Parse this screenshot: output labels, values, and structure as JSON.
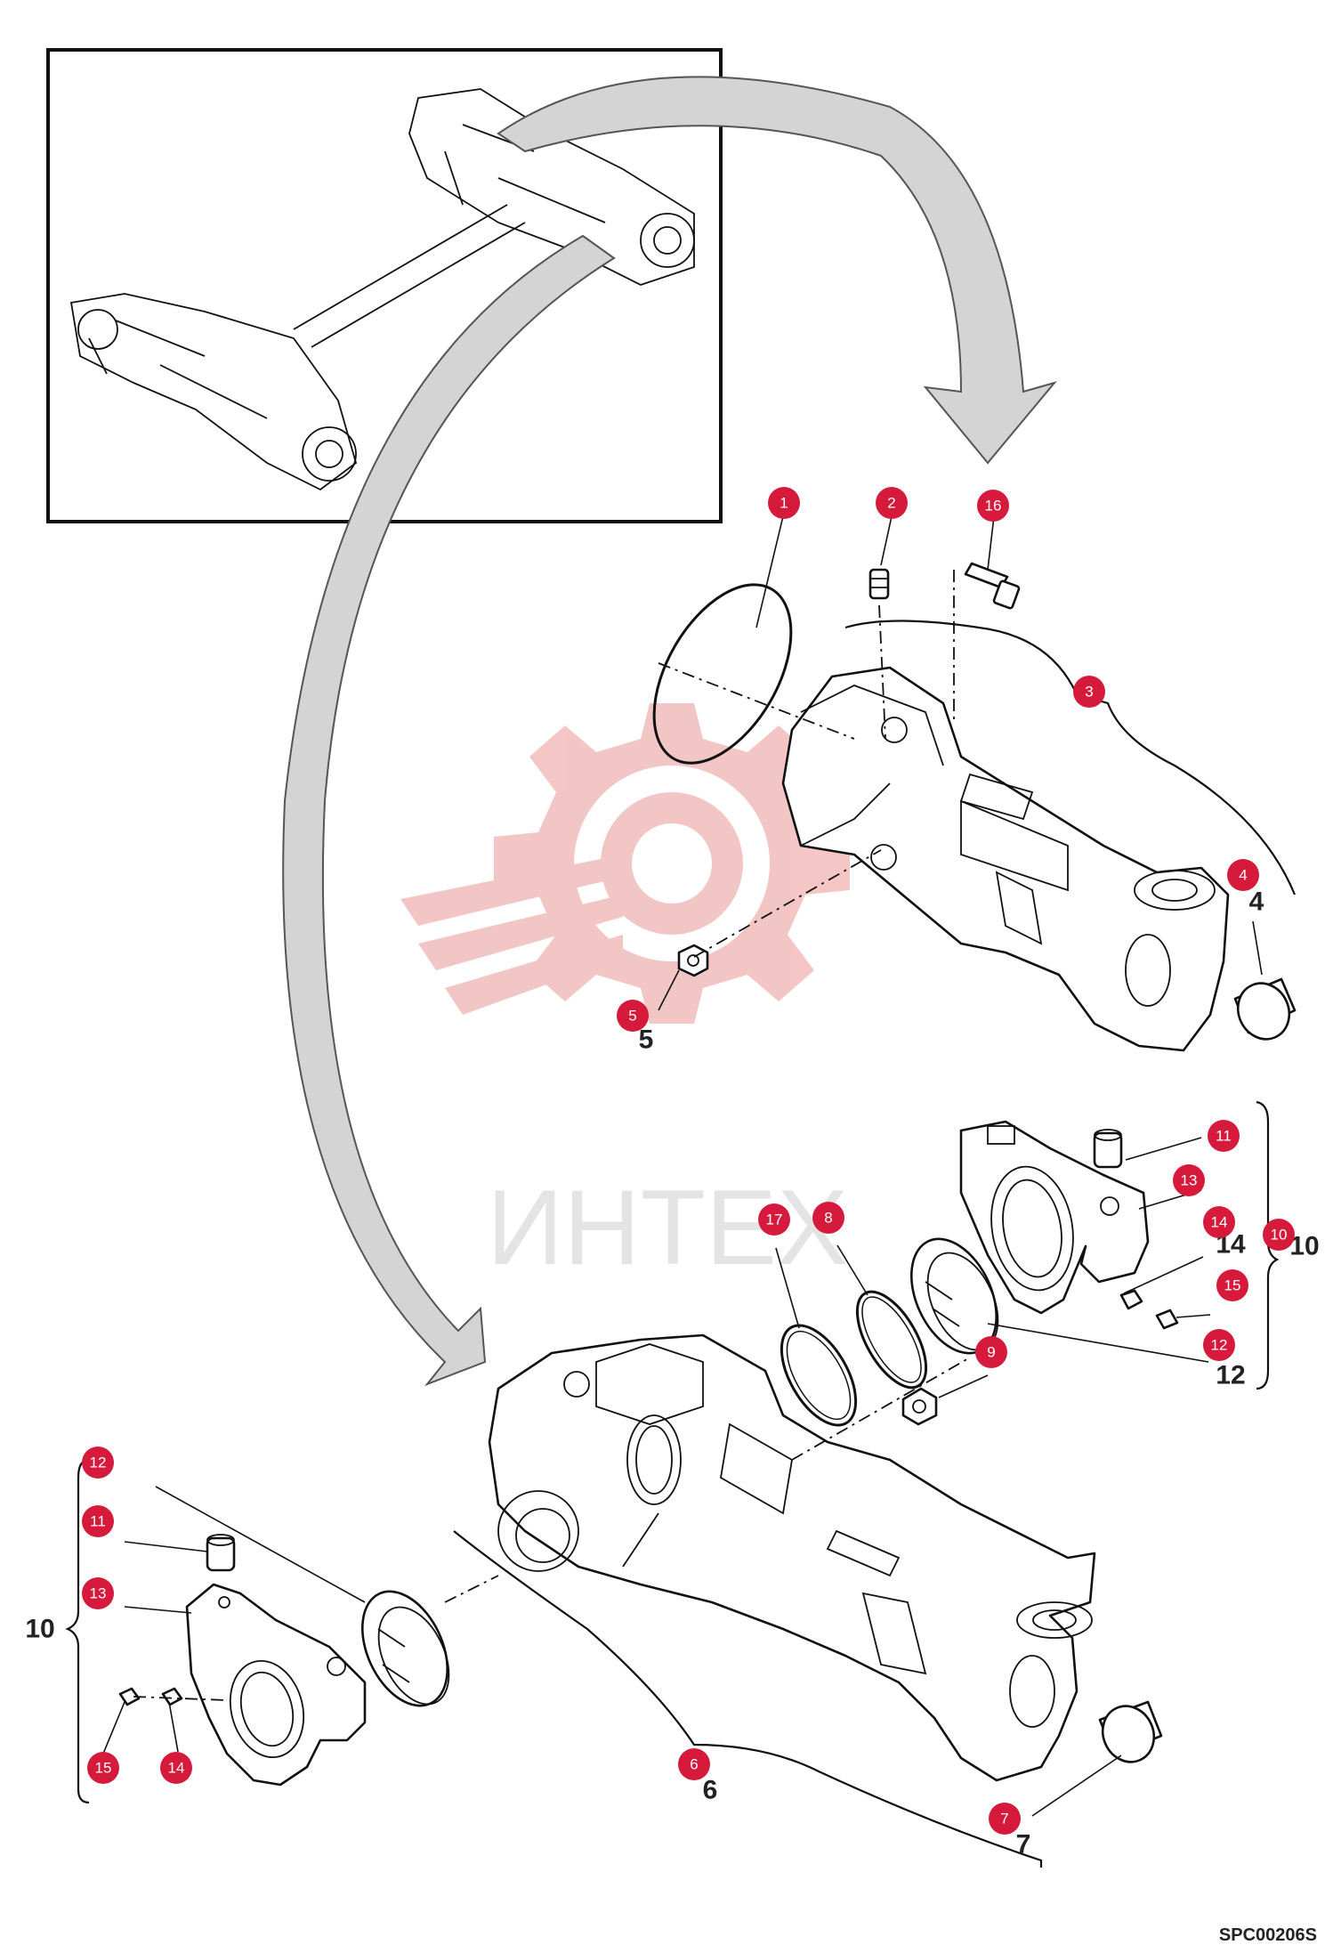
{
  "watermark": {
    "text": "ИНТЕХ",
    "color": "#f0b3b3"
  },
  "diagram_code": "SPC00206S",
  "callout_color": "#d61a3c",
  "callouts": [
    {
      "id": "1",
      "label": "1"
    },
    {
      "id": "2",
      "label": "2"
    },
    {
      "id": "16",
      "label": "16"
    },
    {
      "id": "3",
      "label": "3"
    },
    {
      "id": "4",
      "label": "4"
    },
    {
      "id": "5",
      "label": "5"
    },
    {
      "id": "11a",
      "label": "11"
    },
    {
      "id": "13a",
      "label": "13"
    },
    {
      "id": "14a",
      "label": "14"
    },
    {
      "id": "10a",
      "label": "10"
    },
    {
      "id": "15a",
      "label": "15"
    },
    {
      "id": "12a",
      "label": "12"
    },
    {
      "id": "17",
      "label": "17"
    },
    {
      "id": "8",
      "label": "8"
    },
    {
      "id": "9",
      "label": "9"
    },
    {
      "id": "12b",
      "label": "12"
    },
    {
      "id": "11b",
      "label": "11"
    },
    {
      "id": "13b",
      "label": "13"
    },
    {
      "id": "15b",
      "label": "15"
    },
    {
      "id": "14b",
      "label": "14"
    },
    {
      "id": "6",
      "label": "6"
    },
    {
      "id": "7",
      "label": "7"
    }
  ],
  "part_labels": [
    {
      "id": "p4",
      "text": "4"
    },
    {
      "id": "p5",
      "text": "5"
    },
    {
      "id": "p14a",
      "text": "14"
    },
    {
      "id": "p10a",
      "text": "10"
    },
    {
      "id": "p12a",
      "text": "12"
    },
    {
      "id": "p10b",
      "text": "10"
    },
    {
      "id": "p6",
      "text": "6"
    },
    {
      "id": "p7",
      "text": "7"
    }
  ]
}
